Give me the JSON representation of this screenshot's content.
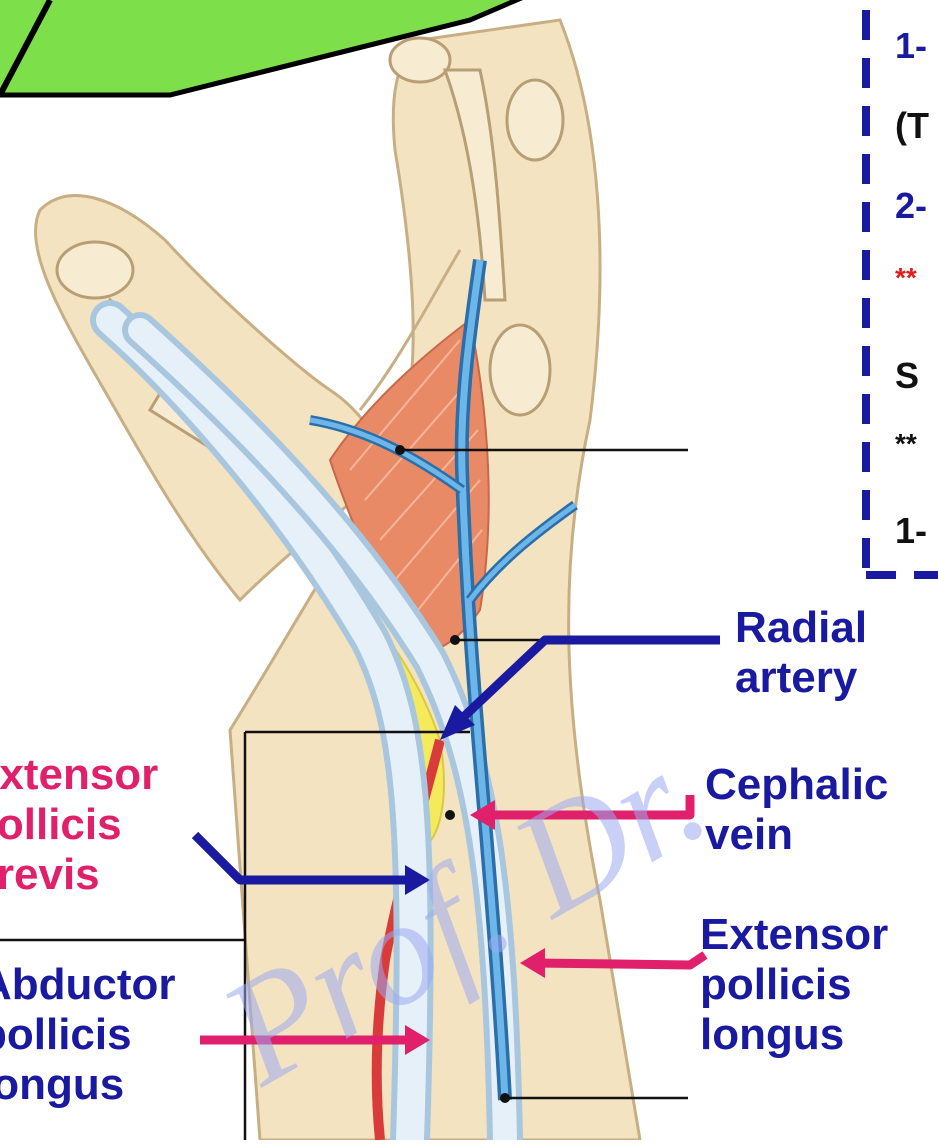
{
  "labels": {
    "radial_artery": [
      "Radial",
      "artery"
    ],
    "cephalic_vein": [
      "Cephalic",
      "vein"
    ],
    "epl": [
      "Extensor",
      "pollicis",
      "longus"
    ],
    "epb": [
      "Extensor",
      "pollicis",
      "brevis"
    ],
    "apl": [
      "Abductor",
      "pollicis",
      "longus"
    ]
  },
  "side_panel": {
    "lines": [
      "1-",
      "(T",
      "2-",
      "**",
      "S",
      "**",
      "1-"
    ]
  },
  "watermark": "Prof. Dr.",
  "colors": {
    "blue_label": "#1a1aa0",
    "pink_label": "#e0206a",
    "green_banner": "#7de04a",
    "skin": "#f3e3c0",
    "muscle": "#e98a66",
    "vessel": "#5aa9e0",
    "fat": "#f5ea5c",
    "watermark": "#9aa9f0"
  }
}
